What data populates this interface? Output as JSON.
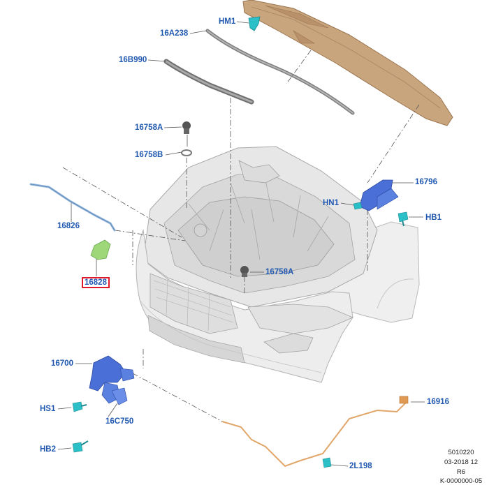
{
  "callouts": {
    "hm1": "HM1",
    "p16a238": "16A238",
    "p16b990": "16B990",
    "p16758a_top": "16758A",
    "p16758b": "16758B",
    "p16826": "16826",
    "p16828": "16828",
    "p16796": "16796",
    "hn1": "HN1",
    "hb1": "HB1",
    "p16758a_mid": "16758A",
    "p16700": "16700",
    "hs1": "HS1",
    "p16c750": "16C750",
    "hb2": "HB2",
    "p16916": "16916",
    "p2l198": "2L198"
  },
  "meta": {
    "line1": "5010220",
    "line2": "03-2018 12",
    "line3": "R6",
    "line4": "K-0000000-05"
  },
  "colors": {
    "callout_text": "#2159b0",
    "highlight_border": "#e0192b",
    "hood": "#c9a57e",
    "clip_teal": "#2bc0c8",
    "hinge_blue": "#4a6fd6",
    "cable_orange": "#e1a66a",
    "prop_rod": "#8fb3d9",
    "bracket_green": "#9ed67a",
    "body_grey": "#e8e8e8"
  }
}
